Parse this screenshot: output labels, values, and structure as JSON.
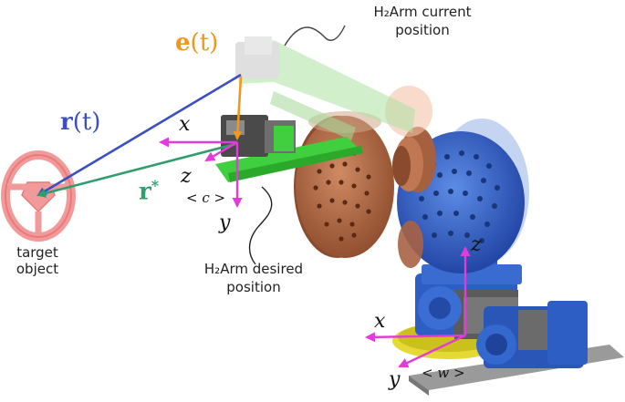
{
  "colors": {
    "r_vector": "#3a4fc4",
    "e_vector": "#f0971e",
    "r_star_vector": "#2f9e6c",
    "axis": "#e23bd9",
    "base_robot": "#2f63c8",
    "pulley": "#b86a46",
    "arm_desired": "#37c43c",
    "arm_current": "#aee2a3",
    "target": "#f29a9a"
  },
  "labels": {
    "current_position_line1": "H₂Arm current",
    "current_position_line2": "position",
    "desired_position_line1": "H₂Arm desired",
    "desired_position_line2": "position",
    "target_line1": "target",
    "target_line2": "object"
  },
  "vectors": {
    "r": "r",
    "r_arg": "(t)",
    "e": "e",
    "e_arg": "(t)",
    "r_star": "r",
    "r_star_sup": "*"
  },
  "frames": {
    "c": {
      "x": "x",
      "y": "y",
      "z": "z",
      "name": "< c >"
    },
    "w": {
      "x": "x",
      "y": "y",
      "z": "z",
      "name": "< w >"
    }
  },
  "icons": [
    "steering-wheel-icon"
  ]
}
